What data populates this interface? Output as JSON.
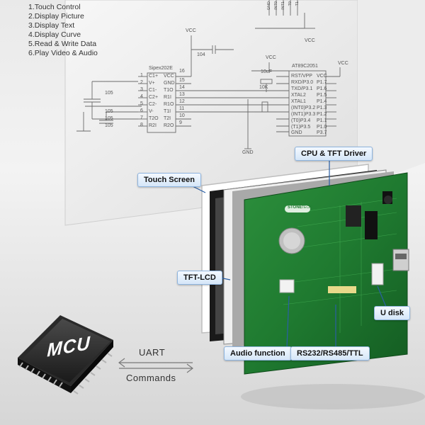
{
  "features": [
    "1.Touch Control",
    "2.Display Picture",
    "3.Display Text",
    "4.Display Curve",
    "5.Read & Write Data",
    "6.Play Video & Audio"
  ],
  "schematic": {
    "chip1": {
      "name": "Sipex202E",
      "left_pins": [
        "C1+",
        "V+",
        "C1-",
        "C2+",
        "C2-",
        "V-",
        "T2O",
        "R2I"
      ],
      "right_pins": [
        "VCC",
        "GND",
        "T1O",
        "R1I",
        "R1O",
        "T1I",
        "T2I",
        "R2O"
      ],
      "left_nums": [
        "1",
        "2",
        "3",
        "4",
        "5",
        "6",
        "7",
        "8"
      ],
      "right_nums": [
        "16",
        "15",
        "14",
        "13",
        "12",
        "11",
        "10",
        "9"
      ]
    },
    "chip2": {
      "name": "AT89C2051",
      "left_pins": [
        "RST/VPP",
        "RXD/P3.0",
        "TXD/P3.1",
        "XTAL2",
        "XTAL1",
        "(INT0)P3.2",
        "(INT1)P3.3",
        "(T0)P3.4",
        "(T1)P3.5",
        "GND"
      ],
      "right_pins": [
        "VCC",
        "P1.7",
        "P1.6",
        "P1.5",
        "P1.4",
        "P1.3",
        "P1.2",
        "P1.1",
        "P1.0",
        "P3.7"
      ]
    },
    "capacitors": [
      "105",
      "105",
      "105",
      "105"
    ],
    "cap_top": "104",
    "vcc": "VCC",
    "gnd": "GND",
    "cap_10u": "10uF",
    "res_10k": "10K",
    "header_pins": [
      "GND",
      "INT0",
      "INT1",
      "T0",
      "T1"
    ]
  },
  "callouts": {
    "touch_screen": "Touch Screen",
    "cpu_tft": "CPU & TFT Driver",
    "tft_lcd": "TFT-LCD",
    "u_disk": "U disk",
    "audio": "Audio function",
    "rs232": "RS232/RS485/TTL"
  },
  "mcu": {
    "label": "MCU"
  },
  "protocol": {
    "uart": "UART",
    "commands": "Commands"
  },
  "board": {
    "logo_text": "STONE",
    "model_text": "TECH"
  }
}
